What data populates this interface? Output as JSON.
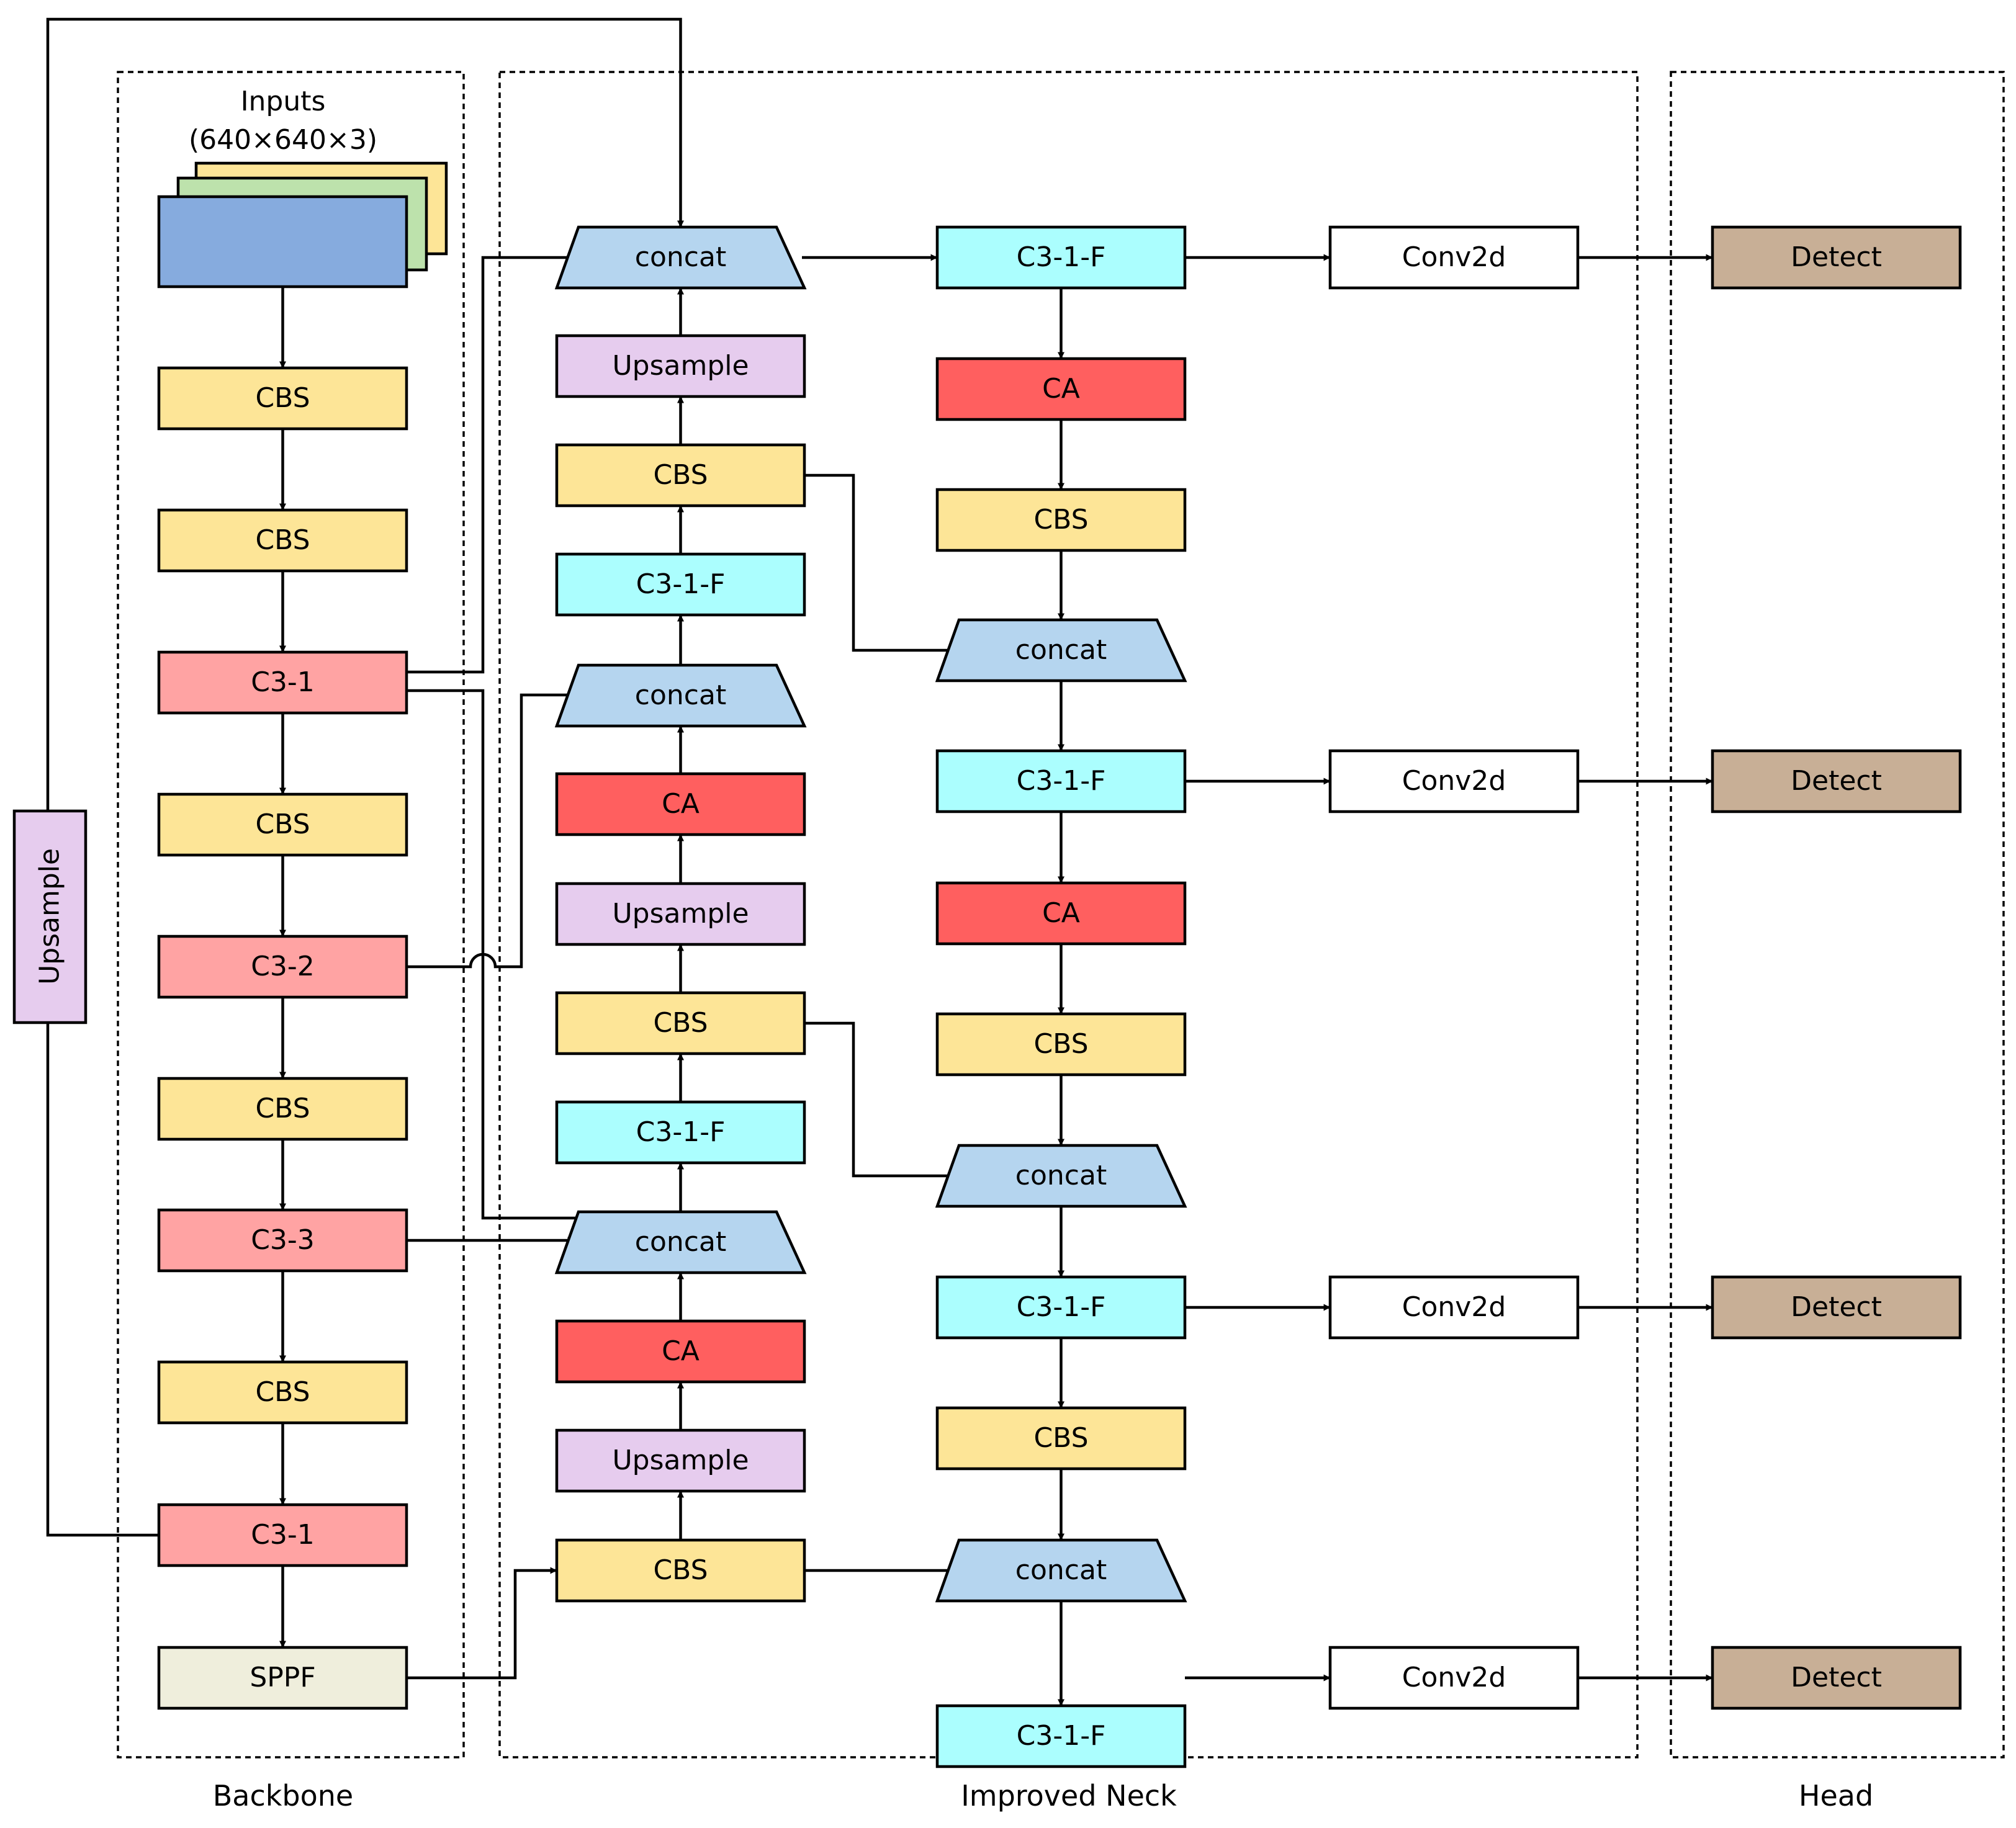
{
  "colors": {
    "cbs": "#FDE597",
    "c3": "#FFA3A3",
    "c3f": "#ABFEFE",
    "ca": "#FF5F5F",
    "upsample": "#E6CCEE",
    "concat": "#B5D5EF",
    "conv2d": "#FFFFFF",
    "detect": "#C8AF96",
    "sppf": "#EFEEDC",
    "input_front": "#86ABDE",
    "input_mid": "#BDE2AC",
    "input_back": "#FDE597"
  },
  "sections": {
    "backbone": "Backbone",
    "neck": "Improved Neck",
    "head": "Head"
  },
  "inputs": {
    "title": "Inputs",
    "dims": "(640×640×3)"
  },
  "side": {
    "upsample": "Upsample"
  },
  "backbone": [
    "CBS",
    "CBS",
    "C3-1",
    "CBS",
    "C3-2",
    "CBS",
    "C3-3",
    "CBS",
    "C3-1",
    "SPPF"
  ],
  "neck_left": [
    "concat",
    "Upsample",
    "CBS",
    "C3-1-F",
    "concat",
    "CA",
    "Upsample",
    "CBS",
    "C3-1-F",
    "concat",
    "CA",
    "Upsample",
    "CBS"
  ],
  "neck_right": [
    "C3-1-F",
    "CA",
    "CBS",
    "concat",
    "C3-1-F",
    "CA",
    "CBS",
    "concat",
    "C3-1-F",
    "CBS",
    "concat",
    "C3-1-F"
  ],
  "conv": [
    "Conv2d",
    "Conv2d",
    "Conv2d",
    "Conv2d"
  ],
  "head": [
    "Detect",
    "Detect",
    "Detect",
    "Detect"
  ]
}
